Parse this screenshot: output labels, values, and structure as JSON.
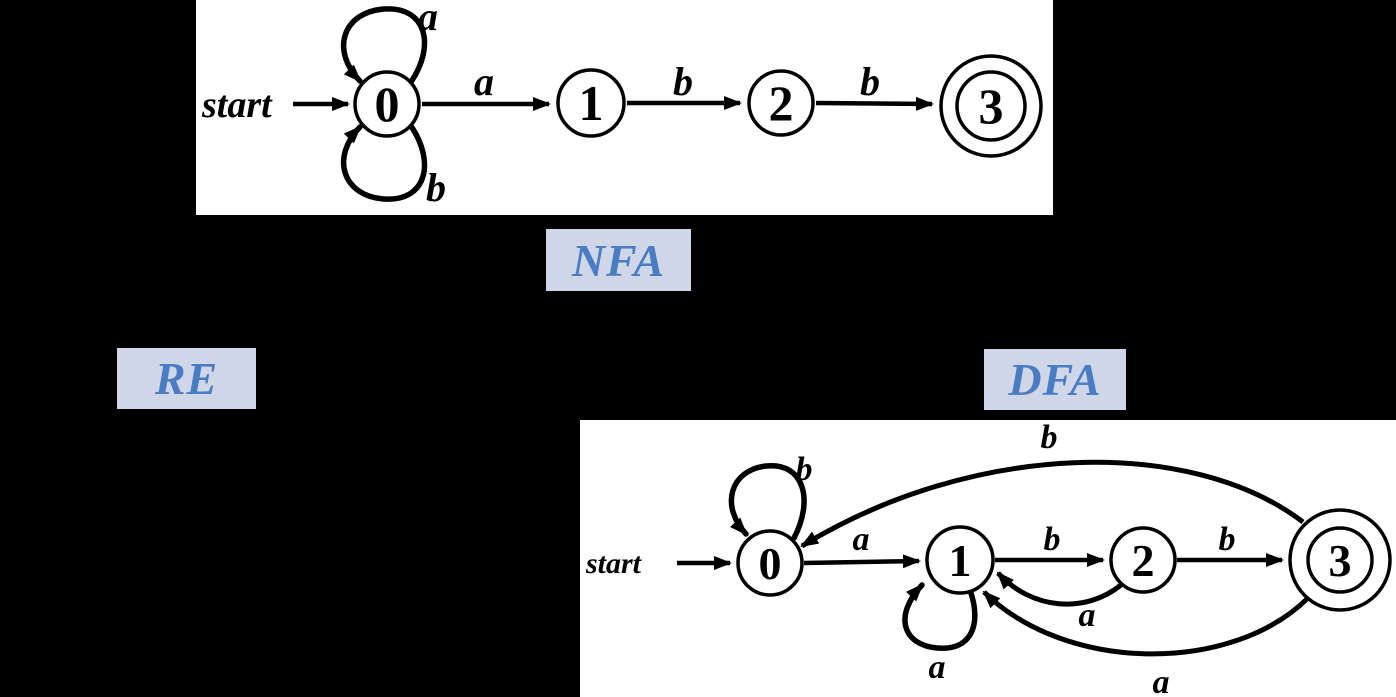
{
  "colors": {
    "page_bg": "#000000",
    "panel_bg": "#ffffff",
    "stroke": "#000000",
    "badge_bg": "#ced6e8",
    "badge_text": "#4a7cc4"
  },
  "badges": {
    "nfa": "NFA",
    "re": "RE",
    "dfa": "DFA"
  },
  "nfa": {
    "start_label": "start",
    "states": [
      {
        "id": "0",
        "accepting": false
      },
      {
        "id": "1",
        "accepting": false
      },
      {
        "id": "2",
        "accepting": false
      },
      {
        "id": "3",
        "accepting": true
      }
    ],
    "transitions": [
      {
        "from": "0",
        "to": "0",
        "label": "a",
        "kind": "self-loop-top"
      },
      {
        "from": "0",
        "to": "0",
        "label": "b",
        "kind": "self-loop-bottom"
      },
      {
        "from": "0",
        "to": "1",
        "label": "a",
        "kind": "straight"
      },
      {
        "from": "1",
        "to": "2",
        "label": "b",
        "kind": "straight"
      },
      {
        "from": "2",
        "to": "3",
        "label": "b",
        "kind": "straight"
      }
    ]
  },
  "dfa": {
    "start_label": "start",
    "states": [
      {
        "id": "0",
        "accepting": false
      },
      {
        "id": "1",
        "accepting": false
      },
      {
        "id": "2",
        "accepting": false
      },
      {
        "id": "3",
        "accepting": true
      }
    ],
    "transitions": [
      {
        "from": "0",
        "to": "0",
        "label": "b",
        "kind": "self-loop-top"
      },
      {
        "from": "0",
        "to": "1",
        "label": "a",
        "kind": "straight"
      },
      {
        "from": "1",
        "to": "1",
        "label": "a",
        "kind": "self-loop-bottom"
      },
      {
        "from": "1",
        "to": "2",
        "label": "b",
        "kind": "straight"
      },
      {
        "from": "2",
        "to": "3",
        "label": "b",
        "kind": "straight"
      },
      {
        "from": "2",
        "to": "1",
        "label": "a",
        "kind": "curve-below"
      },
      {
        "from": "3",
        "to": "1",
        "label": "a",
        "kind": "curve-below-far"
      },
      {
        "from": "3",
        "to": "0",
        "label": "b",
        "kind": "curve-above-far"
      }
    ]
  }
}
